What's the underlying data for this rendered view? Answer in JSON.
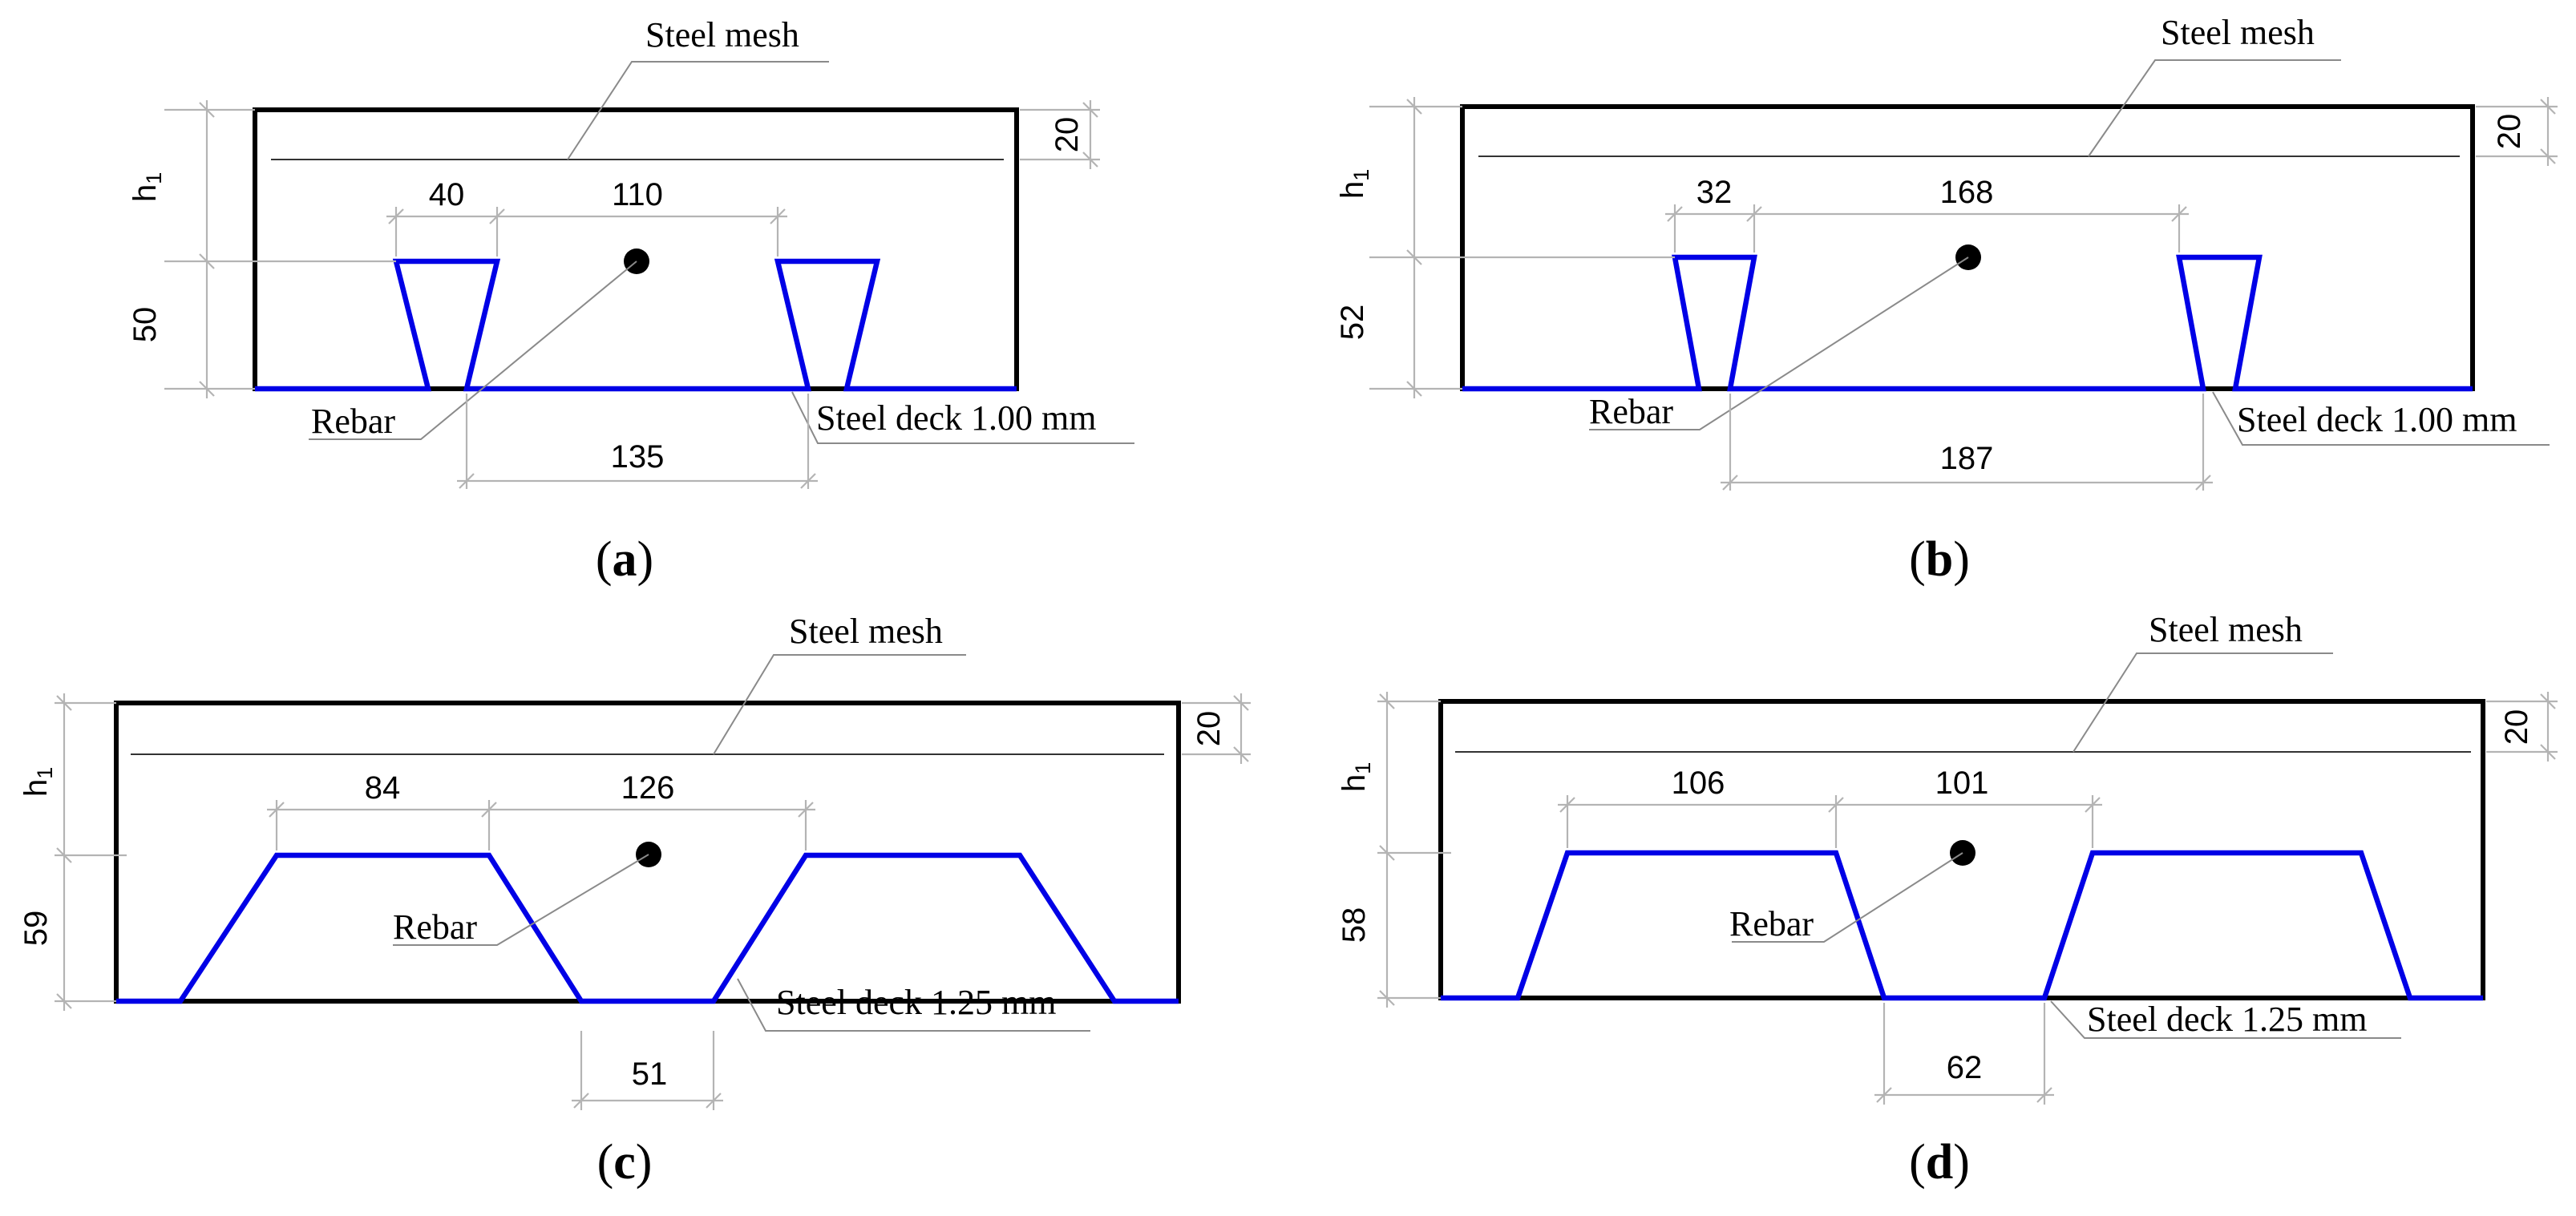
{
  "colors": {
    "outline": "#000000",
    "deck": "#0000e6",
    "dimension": "#b4b4b4",
    "leader": "#8a8a8a",
    "rebar": "#000000"
  },
  "panels": [
    {
      "caption_open": "(",
      "caption_letter": "a",
      "caption_close": ")",
      "mesh_label": "Steel mesh",
      "rebar_label": "Rebar",
      "deck_label": "Steel deck 1.00 mm",
      "h_label": "h",
      "h_sub": "1",
      "dim_cover": "20",
      "dim_rib_height": "50",
      "dim_rib_top": "40",
      "dim_gap": "110",
      "dim_pitch_bottom": "135"
    },
    {
      "caption_open": "(",
      "caption_letter": "b",
      "caption_close": ")",
      "mesh_label": "Steel mesh",
      "rebar_label": "Rebar",
      "deck_label": "Steel deck 1.00 mm",
      "h_label": "h",
      "h_sub": "1",
      "dim_cover": "20",
      "dim_rib_height": "52",
      "dim_rib_top": "32",
      "dim_gap": "168",
      "dim_pitch_bottom": "187"
    },
    {
      "caption_open": "(",
      "caption_letter": "c",
      "caption_close": ")",
      "mesh_label": "Steel mesh",
      "rebar_label": "Rebar",
      "deck_label": "Steel deck 1.25 mm",
      "h_label": "h",
      "h_sub": "1",
      "dim_cover": "20",
      "dim_rib_height": "59",
      "dim_rib_top": "84",
      "dim_gap": "126",
      "dim_bottom": "51"
    },
    {
      "caption_open": "(",
      "caption_letter": "d",
      "caption_close": ")",
      "mesh_label": "Steel mesh",
      "rebar_label": "Rebar",
      "deck_label": "Steel deck 1.25 mm",
      "h_label": "h",
      "h_sub": "1",
      "dim_cover": "20",
      "dim_rib_height": "58",
      "dim_rib_top": "106",
      "dim_gap": "101",
      "dim_bottom": "62"
    }
  ]
}
